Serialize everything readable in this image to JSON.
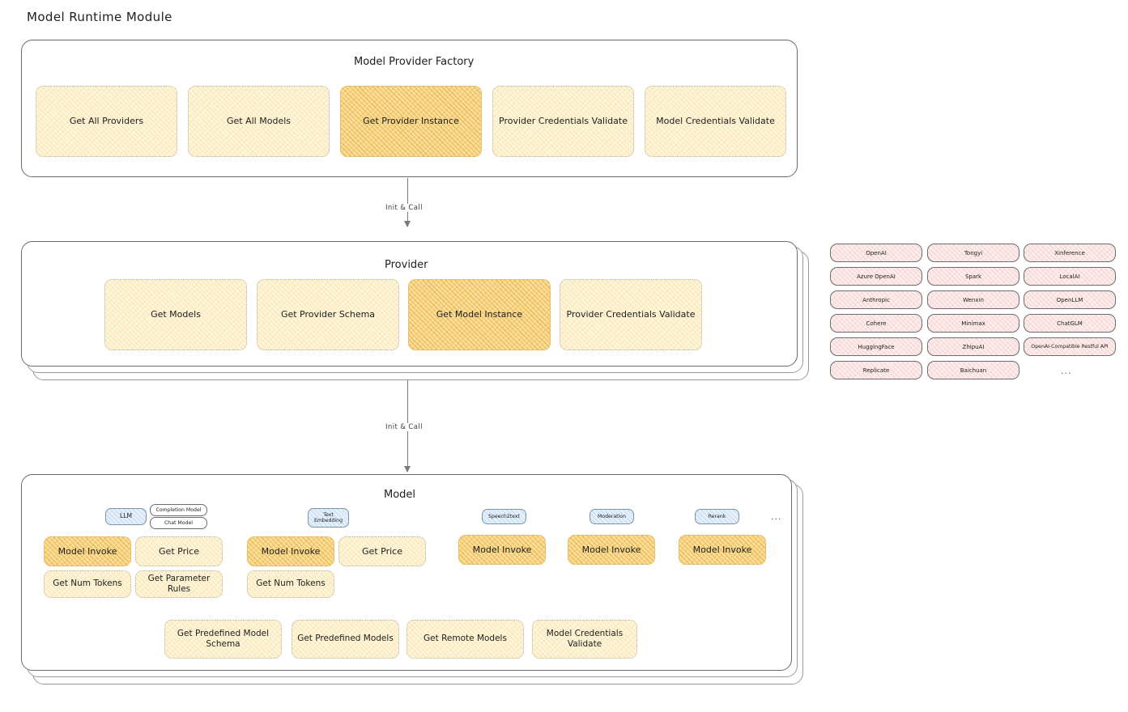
{
  "page": {
    "title": "Model Runtime Module"
  },
  "factory": {
    "title": "Model Provider Factory",
    "nodes": [
      {
        "label": "Get All Providers",
        "highlight": false
      },
      {
        "label": "Get All Models",
        "highlight": false
      },
      {
        "label": "Get Provider Instance",
        "highlight": true
      },
      {
        "label": "Provider Credentials Validate",
        "highlight": false
      },
      {
        "label": "Model Credentials Validate",
        "highlight": false
      }
    ]
  },
  "arrows": [
    {
      "label": "Init & Call"
    },
    {
      "label": "Init & Call"
    }
  ],
  "provider": {
    "title": "Provider",
    "nodes": [
      {
        "label": "Get Models",
        "highlight": false
      },
      {
        "label": "Get Provider Schema",
        "highlight": false
      },
      {
        "label": "Get Model Instance",
        "highlight": true
      },
      {
        "label": "Provider Credentials Validate",
        "highlight": false
      }
    ]
  },
  "provider_list": {
    "ellipsis": "...",
    "columns": [
      [
        "OpenAI",
        "Azure OpenAI",
        "Anthropic",
        "Cohere",
        "HuggingFace",
        "Replicate"
      ],
      [
        "Tongyi",
        "Spark",
        "Wenxin",
        "Minimax",
        "ZhipuAI",
        "Baichuan"
      ],
      [
        "Xinference",
        "LocalAI",
        "OpenLLM",
        "ChatGLM",
        "OpenAI-Compatible Restful API"
      ]
    ]
  },
  "model": {
    "title": "Model",
    "ellipsis": "...",
    "types": [
      {
        "badge": "LLM",
        "sub_badges": [
          "Completion Model",
          "Chat Model"
        ],
        "methods_row1": [
          {
            "label": "Model Invoke",
            "highlight": true
          },
          {
            "label": "Get Price",
            "highlight": false
          }
        ],
        "methods_row2": [
          {
            "label": "Get Num Tokens",
            "highlight": false
          },
          {
            "label": "Get Parameter Rules",
            "highlight": false
          }
        ]
      },
      {
        "badge": "Text Embedding",
        "sub_badges": [],
        "methods_row1": [
          {
            "label": "Model Invoke",
            "highlight": true
          },
          {
            "label": "Get Price",
            "highlight": false
          }
        ],
        "methods_row2": [
          {
            "label": "Get Num Tokens",
            "highlight": false
          }
        ]
      },
      {
        "badge": "Speech2text",
        "sub_badges": [],
        "methods_row1": [
          {
            "label": "Model Invoke",
            "highlight": true
          }
        ],
        "methods_row2": []
      },
      {
        "badge": "Moderation",
        "sub_badges": [],
        "methods_row1": [
          {
            "label": "Model Invoke",
            "highlight": true
          }
        ],
        "methods_row2": []
      },
      {
        "badge": "Rerank",
        "sub_badges": [],
        "methods_row1": [
          {
            "label": "Model Invoke",
            "highlight": true
          }
        ],
        "methods_row2": []
      }
    ],
    "common_methods": [
      {
        "label": "Get Predefined Model Schema"
      },
      {
        "label": "Get Predefined Models"
      },
      {
        "label": "Get Remote Models"
      },
      {
        "label": "Model Credentials Validate"
      }
    ]
  },
  "colors": {
    "node_fill": "#fdf5dc",
    "node_highlight_fill": "#fbdf9e",
    "badge_blue_fill": "#e5f0fb",
    "provider_fill": "#fdeeee",
    "stroke": "#6a6a6a",
    "text": "#1e1e1e"
  }
}
